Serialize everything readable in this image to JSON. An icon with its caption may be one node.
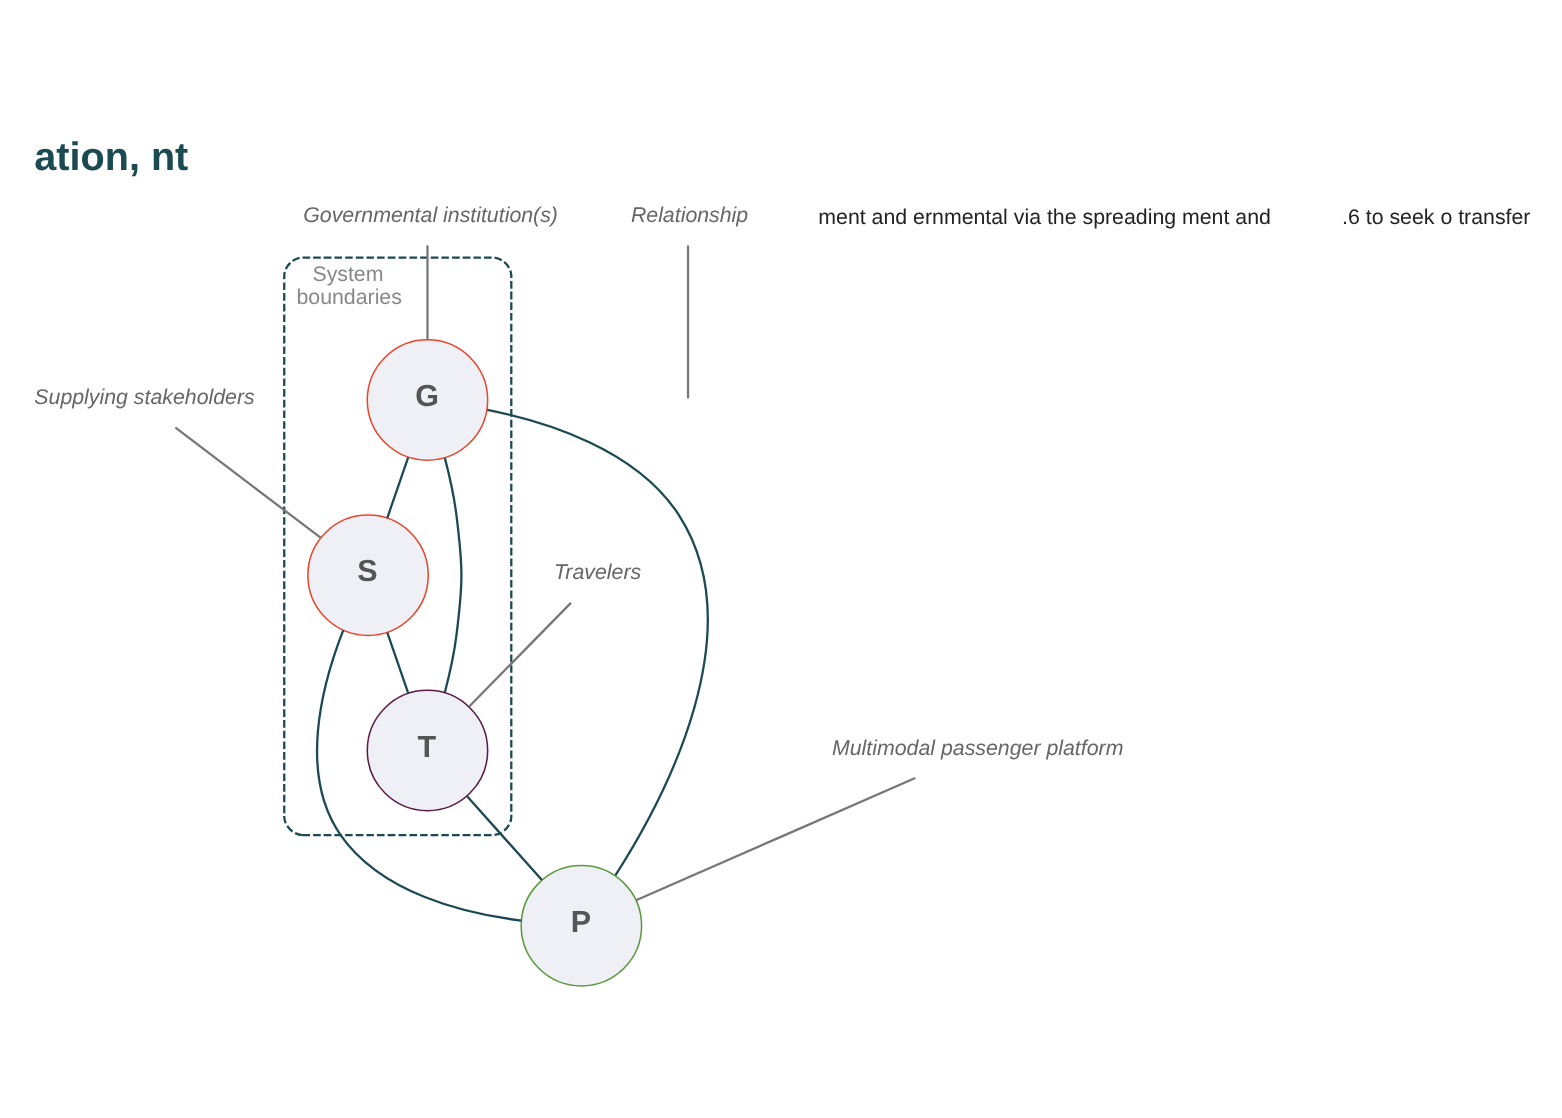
{
  "diagram": {
    "title": "ation, nt",
    "nodes": [
      {
        "text": [
          "Governmental institution(s)"
        ]
      },
      {
        "text": [
          "Multimodal passenger platform"
        ]
      },
      {
        "text": [
          "System boundaries"
        ]
      },
      {
        "text": [
          "G"
        ],
        "in": 2
      },
      {
        "text": [
          "P"
        ]
      },
      {
        "text": [
          "S"
        ],
        "in": 2
      },
      {
        "text": [
          "T"
        ],
        "in": 2
      },
      {
        "text": [
          "Travelers"
        ]
      },
      {
        "text": [
          "Supplying stakeholders"
        ]
      },
      {
        "text": [
          "Relationship"
        ]
      }
    ],
    "edges": [
      {
        "from": 0,
        "to": 3,
        "arrow": "none",
        "color": "#777777"
      },
      {
        "from": 1,
        "to": 4,
        "arrow": "none",
        "color": "#777777"
      },
      {
        "from": 3,
        "to": 4,
        "arrow": "none"
      },
      {
        "from": 3,
        "to": 5,
        "arrow": "none"
      },
      {
        "from": 3,
        "to": 6,
        "arrow": "none"
      },
      {
        "from": 5,
        "to": 4,
        "arrow": "none"
      },
      {
        "from": 6,
        "to": 4,
        "arrow": "none"
      },
      {
        "from": 5,
        "to": 6,
        "arrow": "none"
      },
      {
        "from": 7,
        "to": 6,
        "arrow": "none",
        "color": "#777777"
      },
      {
        "from": 8,
        "to": 5,
        "arrow": "none",
        "color": "#777777"
      },
      {
        "from": 9,
        "to": null,
        "arrow": "none",
        "color": "#777777"
      }
    ],
    "labels": [
      "ment and ernmental via the spreading ment and",
      ".6 to seek o transfer"
    ]
  }
}
